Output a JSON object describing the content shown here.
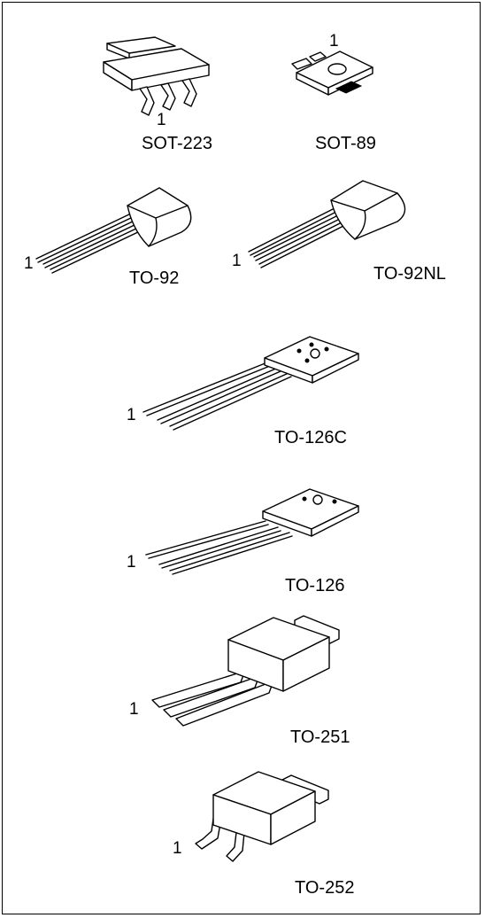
{
  "packages": [
    {
      "name": "SOT-223",
      "pin": "1"
    },
    {
      "name": "SOT-89",
      "pin": "1"
    },
    {
      "name": "TO-92",
      "pin": "1"
    },
    {
      "name": "TO-92NL",
      "pin": "1"
    },
    {
      "name": "TO-126C",
      "pin": "1"
    },
    {
      "name": "TO-126",
      "pin": "1"
    },
    {
      "name": "TO-251",
      "pin": "1"
    },
    {
      "name": "TO-252",
      "pin": "1"
    }
  ]
}
